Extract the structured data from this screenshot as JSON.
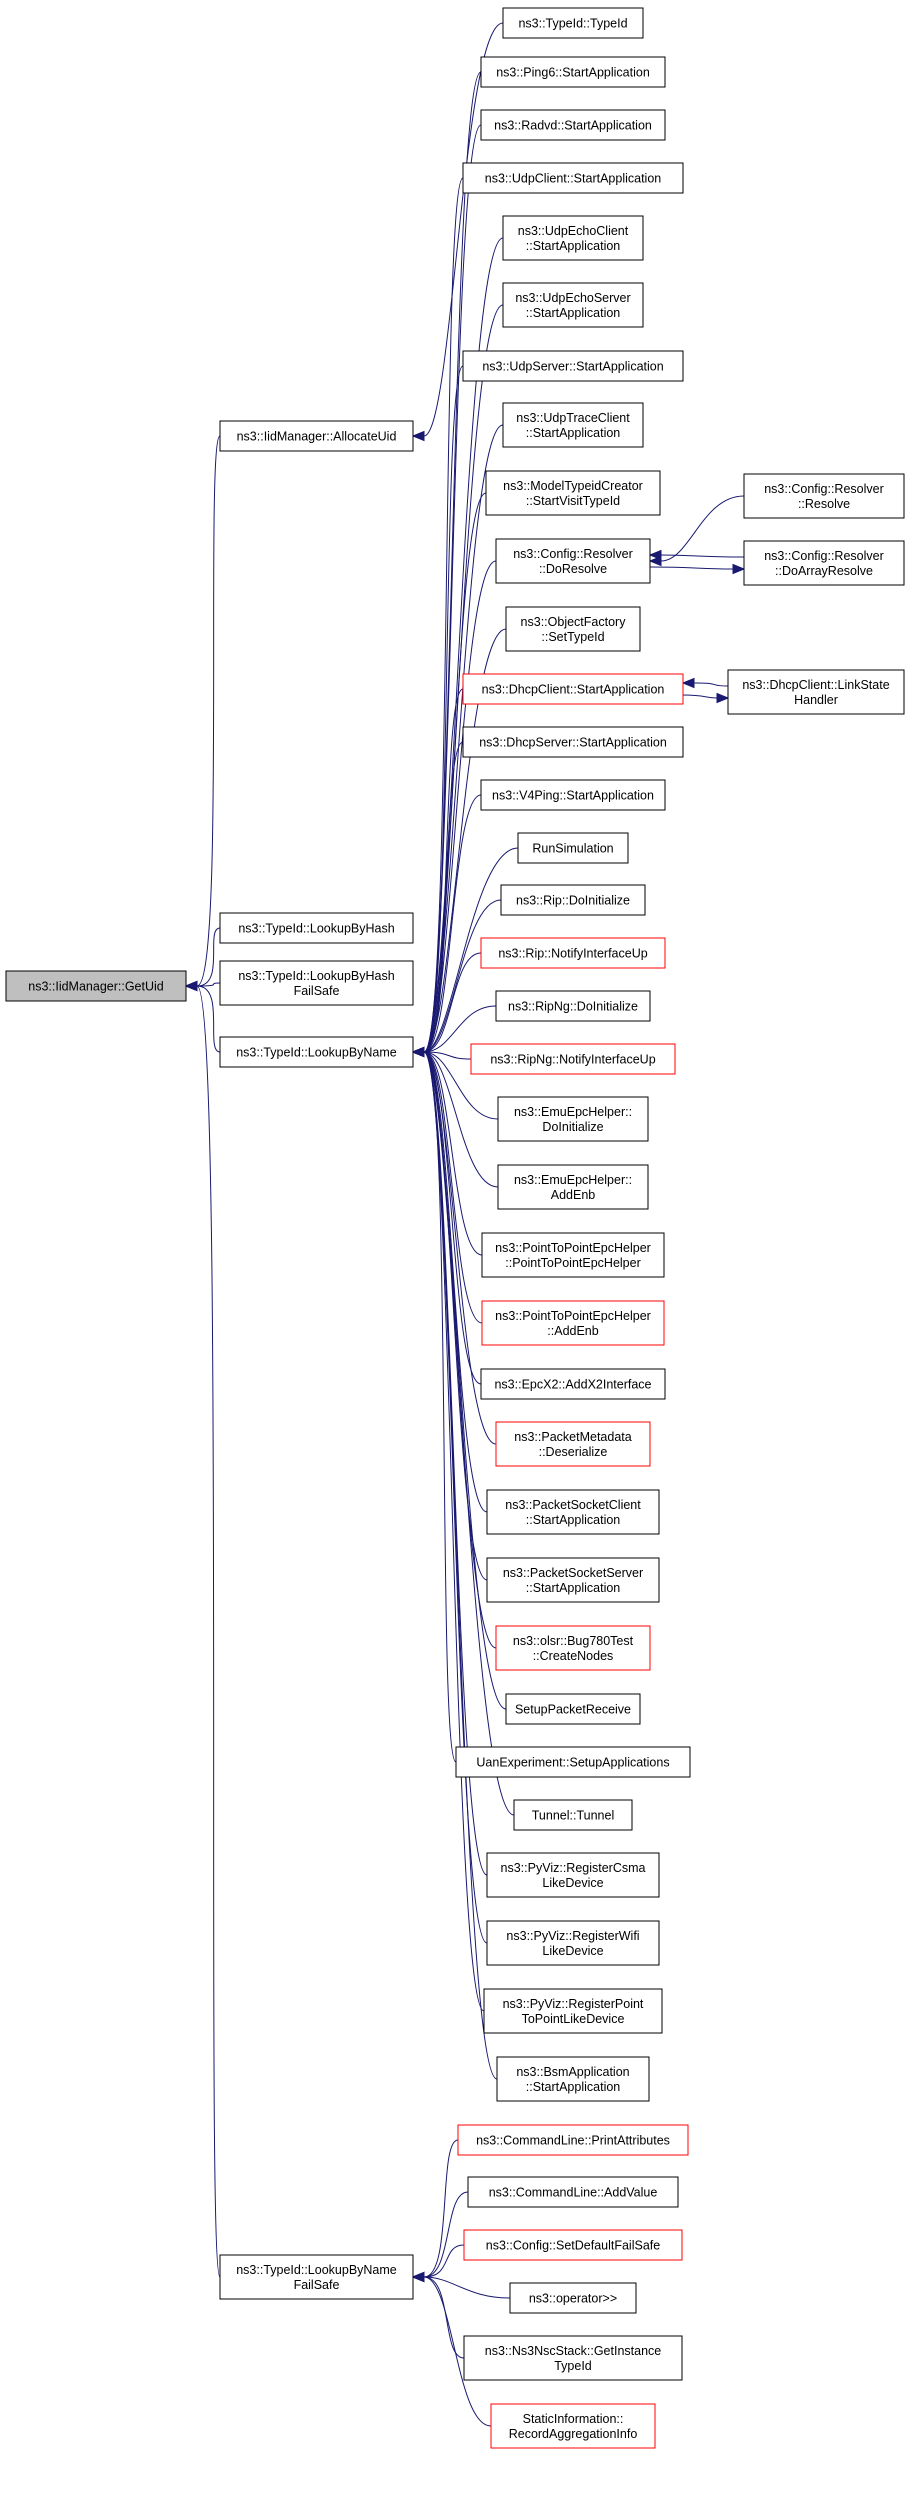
{
  "title": "",
  "focus_id": "getuid",
  "nodes": [
    {
      "id": "getuid",
      "lines": [
        "ns3::IidManager::GetUid"
      ],
      "kind": "focus",
      "interactable": false
    },
    {
      "id": "allocateuid",
      "lines": [
        "ns3::IidManager::AllocateUid"
      ],
      "kind": "normal"
    },
    {
      "id": "lookupbyhash",
      "lines": [
        "ns3::TypeId::LookupByHash"
      ],
      "kind": "normal"
    },
    {
      "id": "lookupbyhashfailsafe",
      "lines": [
        "ns3::TypeId::LookupByHash",
        "FailSafe"
      ],
      "kind": "normal"
    },
    {
      "id": "lookupbyname",
      "lines": [
        "ns3::TypeId::LookupByName"
      ],
      "kind": "normal"
    },
    {
      "id": "lookupbynamefailsafe",
      "lines": [
        "ns3::TypeId::LookupByName",
        "FailSafe"
      ],
      "kind": "normal"
    },
    {
      "id": "typeid_ctor",
      "lines": [
        "ns3::TypeId::TypeId"
      ],
      "kind": "normal"
    },
    {
      "id": "ping6",
      "lines": [
        "ns3::Ping6::StartApplication"
      ],
      "kind": "normal"
    },
    {
      "id": "radvd",
      "lines": [
        "ns3::Radvd::StartApplication"
      ],
      "kind": "normal"
    },
    {
      "id": "udpclient",
      "lines": [
        "ns3::UdpClient::StartApplication"
      ],
      "kind": "normal"
    },
    {
      "id": "udpechoclient",
      "lines": [
        "ns3::UdpEchoClient",
        "::StartApplication"
      ],
      "kind": "normal"
    },
    {
      "id": "udpechoserver",
      "lines": [
        "ns3::UdpEchoServer",
        "::StartApplication"
      ],
      "kind": "normal"
    },
    {
      "id": "udpserver",
      "lines": [
        "ns3::UdpServer::StartApplication"
      ],
      "kind": "normal"
    },
    {
      "id": "udptraceclient",
      "lines": [
        "ns3::UdpTraceClient",
        "::StartApplication"
      ],
      "kind": "normal"
    },
    {
      "id": "modeltypeid",
      "lines": [
        "ns3::ModelTypeidCreator",
        "::StartVisitTypeId"
      ],
      "kind": "normal"
    },
    {
      "id": "cfgdoresolve",
      "lines": [
        "ns3::Config::Resolver",
        "::DoResolve"
      ],
      "kind": "normal"
    },
    {
      "id": "cfgresolve",
      "lines": [
        "ns3::Config::Resolver",
        "::Resolve"
      ],
      "kind": "normal"
    },
    {
      "id": "cfgdoarray",
      "lines": [
        "ns3::Config::Resolver",
        "::DoArrayResolve"
      ],
      "kind": "normal"
    },
    {
      "id": "objfactory",
      "lines": [
        "ns3::ObjectFactory",
        "::SetTypeId"
      ],
      "kind": "normal"
    },
    {
      "id": "dhcpclient",
      "lines": [
        "ns3::DhcpClient::StartApplication"
      ],
      "kind": "red"
    },
    {
      "id": "dhcplinkstate",
      "lines": [
        "ns3::DhcpClient::LinkState",
        "Handler"
      ],
      "kind": "normal"
    },
    {
      "id": "dhcpserver",
      "lines": [
        "ns3::DhcpServer::StartApplication"
      ],
      "kind": "normal"
    },
    {
      "id": "v4ping",
      "lines": [
        "ns3::V4Ping::StartApplication"
      ],
      "kind": "normal"
    },
    {
      "id": "runsim",
      "lines": [
        "RunSimulation"
      ],
      "kind": "normal"
    },
    {
      "id": "ripinit",
      "lines": [
        "ns3::Rip::DoInitialize"
      ],
      "kind": "normal"
    },
    {
      "id": "ripnotify",
      "lines": [
        "ns3::Rip::NotifyInterfaceUp"
      ],
      "kind": "red"
    },
    {
      "id": "ripnginit",
      "lines": [
        "ns3::RipNg::DoInitialize"
      ],
      "kind": "normal"
    },
    {
      "id": "ripngnotify",
      "lines": [
        "ns3::RipNg::NotifyInterfaceUp"
      ],
      "kind": "red"
    },
    {
      "id": "emuinit",
      "lines": [
        "ns3::EmuEpcHelper::",
        "DoInitialize"
      ],
      "kind": "normal"
    },
    {
      "id": "emuaddenb",
      "lines": [
        "ns3::EmuEpcHelper::",
        "AddEnb"
      ],
      "kind": "normal"
    },
    {
      "id": "p2pctor",
      "lines": [
        "ns3::PointToPointEpcHelper",
        "::PointToPointEpcHelper"
      ],
      "kind": "normal"
    },
    {
      "id": "p2paddenb",
      "lines": [
        "ns3::PointToPointEpcHelper",
        "::AddEnb"
      ],
      "kind": "red"
    },
    {
      "id": "epcx2",
      "lines": [
        "ns3::EpcX2::AddX2Interface"
      ],
      "kind": "normal"
    },
    {
      "id": "pktmeta",
      "lines": [
        "ns3::PacketMetadata",
        "::Deserialize"
      ],
      "kind": "red"
    },
    {
      "id": "pktsockclient",
      "lines": [
        "ns3::PacketSocketClient",
        "::StartApplication"
      ],
      "kind": "normal"
    },
    {
      "id": "pktsockserver",
      "lines": [
        "ns3::PacketSocketServer",
        "::StartApplication"
      ],
      "kind": "normal"
    },
    {
      "id": "olsrbug",
      "lines": [
        "ns3::olsr::Bug780Test",
        "::CreateNodes"
      ],
      "kind": "red"
    },
    {
      "id": "setuppkt",
      "lines": [
        "SetupPacketReceive"
      ],
      "kind": "normal"
    },
    {
      "id": "uanexp",
      "lines": [
        "UanExperiment::SetupApplications"
      ],
      "kind": "normal"
    },
    {
      "id": "tunnel",
      "lines": [
        "Tunnel::Tunnel"
      ],
      "kind": "normal"
    },
    {
      "id": "pyvizcsma",
      "lines": [
        "ns3::PyViz::RegisterCsma",
        "LikeDevice"
      ],
      "kind": "normal"
    },
    {
      "id": "pyvizwifi",
      "lines": [
        "ns3::PyViz::RegisterWifi",
        "LikeDevice"
      ],
      "kind": "normal"
    },
    {
      "id": "pyvizp2p",
      "lines": [
        "ns3::PyViz::RegisterPoint",
        "ToPointLikeDevice"
      ],
      "kind": "normal"
    },
    {
      "id": "bsmapp",
      "lines": [
        "ns3::BsmApplication",
        "::StartApplication"
      ],
      "kind": "normal"
    },
    {
      "id": "cmdprint",
      "lines": [
        "ns3::CommandLine::PrintAttributes"
      ],
      "kind": "red"
    },
    {
      "id": "cmdadd",
      "lines": [
        "ns3::CommandLine::AddValue"
      ],
      "kind": "normal"
    },
    {
      "id": "cfgsetdefault",
      "lines": [
        "ns3::Config::SetDefaultFailSafe"
      ],
      "kind": "red"
    },
    {
      "id": "operator",
      "lines": [
        "ns3::operator>>"
      ],
      "kind": "normal"
    },
    {
      "id": "nscstack",
      "lines": [
        "ns3::Ns3NscStack::GetInstance",
        "TypeId"
      ],
      "kind": "normal"
    },
    {
      "id": "staticinfo",
      "lines": [
        "StaticInformation::",
        "RecordAggregationInfo"
      ],
      "kind": "red"
    }
  ],
  "edges": [
    [
      "allocateuid",
      "getuid"
    ],
    [
      "lookupbyhash",
      "getuid"
    ],
    [
      "lookupbyhashfailsafe",
      "getuid"
    ],
    [
      "lookupbyname",
      "getuid"
    ],
    [
      "lookupbynamefailsafe",
      "getuid"
    ],
    [
      "typeid_ctor",
      "allocateuid"
    ],
    [
      "ping6",
      "lookupbyname"
    ],
    [
      "radvd",
      "lookupbyname"
    ],
    [
      "udpclient",
      "lookupbyname"
    ],
    [
      "udpechoclient",
      "lookupbyname"
    ],
    [
      "udpechoserver",
      "lookupbyname"
    ],
    [
      "udpserver",
      "lookupbyname"
    ],
    [
      "udptraceclient",
      "lookupbyname"
    ],
    [
      "modeltypeid",
      "lookupbyname"
    ],
    [
      "cfgdoresolve",
      "lookupbyname"
    ],
    [
      "cfgresolve",
      "cfgdoresolve"
    ],
    [
      "cfgdoarray",
      "cfgdoresolve"
    ],
    [
      "cfgdoresolve",
      "cfgdoarray"
    ],
    [
      "objfactory",
      "lookupbyname"
    ],
    [
      "dhcpclient",
      "lookupbyname"
    ],
    [
      "dhcplinkstate",
      "dhcpclient"
    ],
    [
      "dhcpclient",
      "dhcplinkstate"
    ],
    [
      "dhcpserver",
      "lookupbyname"
    ],
    [
      "v4ping",
      "lookupbyname"
    ],
    [
      "runsim",
      "lookupbyname"
    ],
    [
      "ripinit",
      "lookupbyname"
    ],
    [
      "ripnotify",
      "lookupbyname"
    ],
    [
      "ripnginit",
      "lookupbyname"
    ],
    [
      "ripngnotify",
      "lookupbyname"
    ],
    [
      "emuinit",
      "lookupbyname"
    ],
    [
      "emuaddenb",
      "lookupbyname"
    ],
    [
      "p2pctor",
      "lookupbyname"
    ],
    [
      "p2paddenb",
      "lookupbyname"
    ],
    [
      "epcx2",
      "lookupbyname"
    ],
    [
      "pktmeta",
      "lookupbyname"
    ],
    [
      "pktsockclient",
      "lookupbyname"
    ],
    [
      "pktsockserver",
      "lookupbyname"
    ],
    [
      "olsrbug",
      "lookupbyname"
    ],
    [
      "setuppkt",
      "lookupbyname"
    ],
    [
      "uanexp",
      "lookupbyname"
    ],
    [
      "tunnel",
      "lookupbyname"
    ],
    [
      "pyvizcsma",
      "lookupbyname"
    ],
    [
      "pyvizwifi",
      "lookupbyname"
    ],
    [
      "pyvizp2p",
      "lookupbyname"
    ],
    [
      "bsmapp",
      "lookupbyname"
    ],
    [
      "cmdprint",
      "lookupbynamefailsafe"
    ],
    [
      "cmdadd",
      "lookupbynamefailsafe"
    ],
    [
      "cfgsetdefault",
      "lookupbynamefailsafe"
    ],
    [
      "operator",
      "lookupbynamefailsafe"
    ],
    [
      "nscstack",
      "lookupbynamefailsafe"
    ],
    [
      "staticinfo",
      "lookupbynamefailsafe"
    ]
  ],
  "colors": {
    "edge": "#191970",
    "node_border": "#000000",
    "highlight_border": "#ff0000",
    "focus_fill": "#bfbfbf",
    "background": "#ffffff"
  }
}
